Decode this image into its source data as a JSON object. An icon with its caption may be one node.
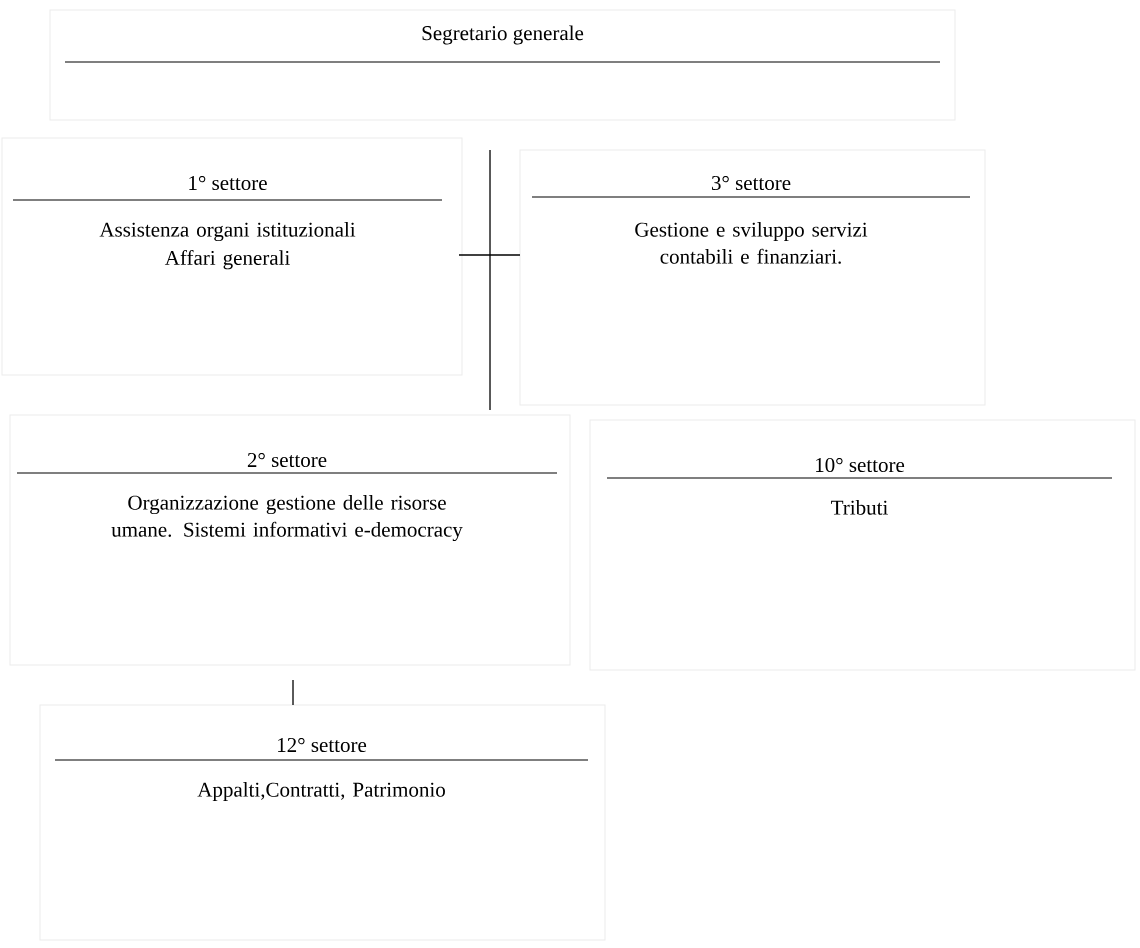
{
  "diagram": {
    "nodes": [
      {
        "text": [
          "Segretario generale"
        ]
      },
      {
        "text": [
          "1° settore",
          "Assistenza organi istituzionali",
          "Affari generali"
        ]
      },
      {
        "text": [
          "3° settore",
          "Gestione e sviluppo servizi contabili e finanziari."
        ]
      },
      {
        "text": [
          "2° settore",
          "Organizzazione gestione delle risorse umane. Sistemi informativi e-democracy"
        ]
      },
      {
        "text": [
          "10° settore",
          "Tributi"
        ]
      },
      {
        "text": [
          "12° settore",
          "Appalti,Contratti, Patrimonio"
        ]
      }
    ],
    "edges": [
      {
        "from": 0,
        "to": 3,
        "arrow": "none"
      },
      {
        "from": 1,
        "to": 2,
        "arrow": "none"
      },
      {
        "from": 3,
        "to": 5,
        "arrow": "none"
      }
    ]
  }
}
